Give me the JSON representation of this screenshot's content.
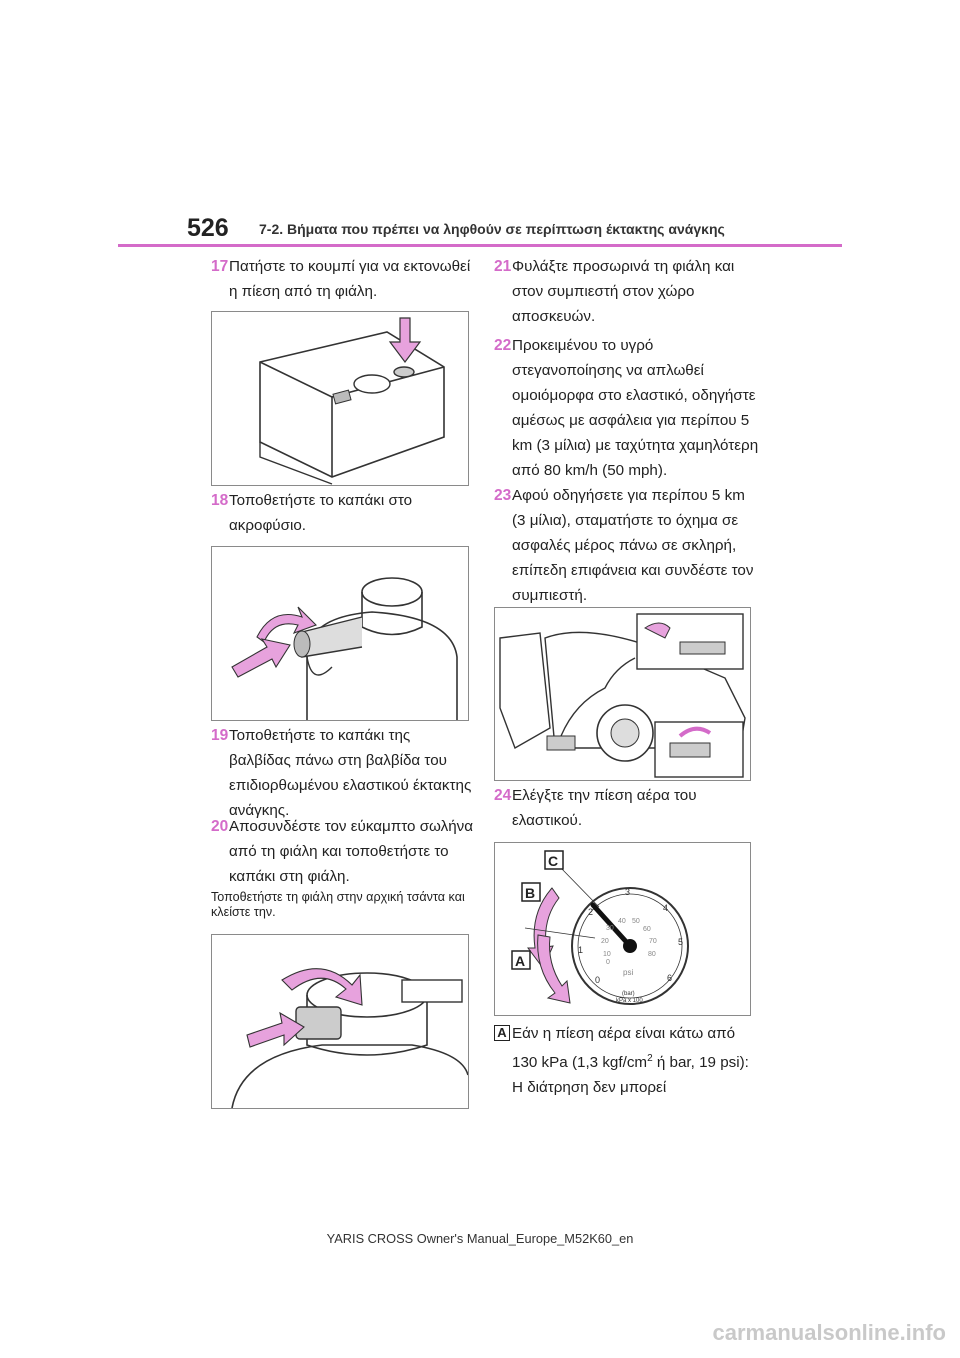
{
  "header": {
    "page_number": "526",
    "section_title": "7-2. Βήματα που πρέπει να ληφθούν σε περίπτωση έκτακτης ανάγκης"
  },
  "left_column": {
    "step17": {
      "num": "17",
      "text": "Πατήστε το κουμπί για να εκτονωθεί η πίεση από τη φιάλη."
    },
    "step18": {
      "num": "18",
      "text": "Τοποθετήστε το καπάκι στο ακροφύσιο."
    },
    "step19": {
      "num": "19",
      "text": "Τοποθετήστε το καπάκι της βαλβίδας πάνω στη βαλβίδα του επιδιορθωμένου ελαστικού έκτακτης ανάγκης."
    },
    "step20": {
      "num": "20",
      "text": "Αποσυνδέστε τον εύκαμπτο σωλήνα από τη φιάλη και τοποθετήστε το καπάκι στη φιάλη."
    },
    "note": "Τοποθετήστε τη φιάλη στην αρχική τσάντα και κλείστε την."
  },
  "right_column": {
    "step21": {
      "num": "21",
      "text": "Φυλάξτε προσωρινά τη φιάλη και στον συμπιεστή στον χώρο αποσκευών."
    },
    "step22": {
      "num": "22",
      "text": "Προκειμένου το υγρό στεγανοποίησης να απλωθεί ομοιόμορφα στο ελαστικό, οδηγήστε αμέσως με ασφάλεια για περίπου 5 km (3 μίλια) με ταχύτητα χαμηλότερη από 80 km/h (50 mph)."
    },
    "step23": {
      "num": "23",
      "text": "Αφού οδηγήσετε για περίπου 5 km (3 μίλια), σταματήστε το όχημα σε ασφαλές μέρος πάνω σε σκληρή, επίπεδη επιφάνεια και συνδέστε τον συμπιεστή."
    },
    "step24": {
      "num": "24",
      "text": "Ελέγξτε την πίεση αέρα του ελαστικού."
    },
    "gauge": {
      "label_a": "A",
      "label_b": "B",
      "label_c": "C",
      "bar_ticks": [
        "0",
        "1",
        "2",
        "3",
        "4",
        "5",
        "6"
      ],
      "psi_ticks": [
        "0",
        "10",
        "20",
        "30",
        "40",
        "50",
        "60",
        "70",
        "80"
      ],
      "psi_unit": "psi",
      "bar_unit": "(bar)",
      "kpa_unit": "kPa x 100"
    },
    "item_a": {
      "marker": "A",
      "text_before_sup": "Εάν η πίεση αέρα είναι κάτω από 130 kPa (1,3 kgf/cm",
      "sup": "2",
      "text_after_sup": " ή bar, 19 psi): Η διάτρηση δεν μπορεί"
    }
  },
  "footer": {
    "text": "YARIS CROSS Owner's Manual_Europe_M52K60_en"
  },
  "watermark": {
    "text": "carmanualsonline.info"
  },
  "colors": {
    "accent": "#d46bc9",
    "arrow_fill": "#e7a2dd"
  }
}
